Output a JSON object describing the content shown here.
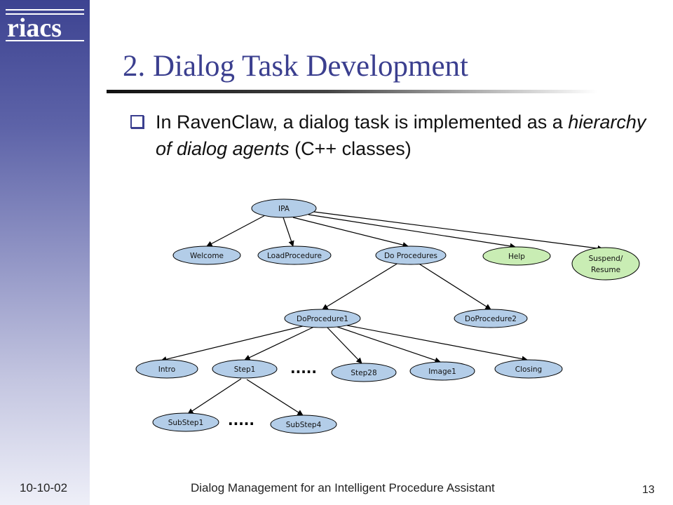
{
  "logo": {
    "text": "riacs"
  },
  "slide": {
    "title": "2. Dialog Task Development",
    "bullet": {
      "text_a": "In RavenClaw, a dialog task is implemented as a ",
      "text_italic": "hierarchy of dialog agents",
      "text_b": " (C++ classes)"
    }
  },
  "diagram": {
    "nodes": {
      "ipa": "IPA",
      "welcome": "Welcome",
      "load_procedure": "LoadProcedure",
      "do_procedures": "Do Procedures",
      "help": "Help",
      "suspend_line1": "Suspend/",
      "suspend_line2": "Resume",
      "do_procedure1": "DoProcedure1",
      "do_procedure2": "DoProcedure2",
      "intro": "Intro",
      "step1": "Step1",
      "step28": "Step28",
      "image1": "Image1",
      "closing": "Closing",
      "substep1": "SubStep1",
      "substep4": "SubStep4"
    },
    "ellipsis_1": ".....",
    "ellipsis_2": ".....",
    "colors": {
      "node_fill": "#b3cde8",
      "help_fill": "#c9edb4",
      "edge": "#000000"
    }
  },
  "footer": {
    "date": "10-10-02",
    "title": "Dialog Management for an Intelligent Procedure Assistant",
    "page": "13"
  }
}
